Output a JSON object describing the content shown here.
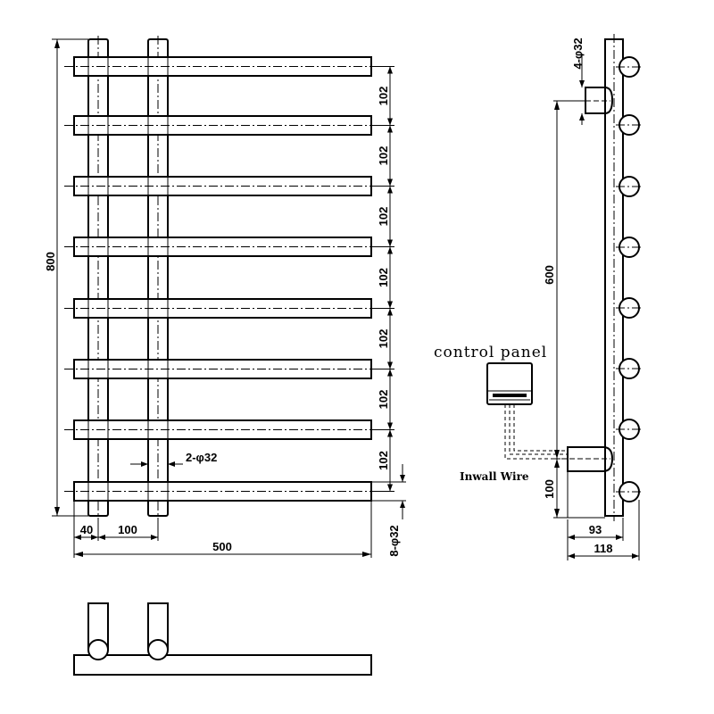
{
  "front_view": {
    "bar_spacing": "102",
    "height_total": "800",
    "pipe_offset": "40",
    "pipe_spacing": "100",
    "width_total": "500",
    "pipe_callout": "2-φ32",
    "bar_callout": "8-φ32"
  },
  "side_view": {
    "top_callout": "4-φ32",
    "mount_height": "600",
    "bottom_offset": "100",
    "depth_inner": "93",
    "depth_outer": "118",
    "control_label": "control panel",
    "wire_label": "Inwall Wire"
  }
}
